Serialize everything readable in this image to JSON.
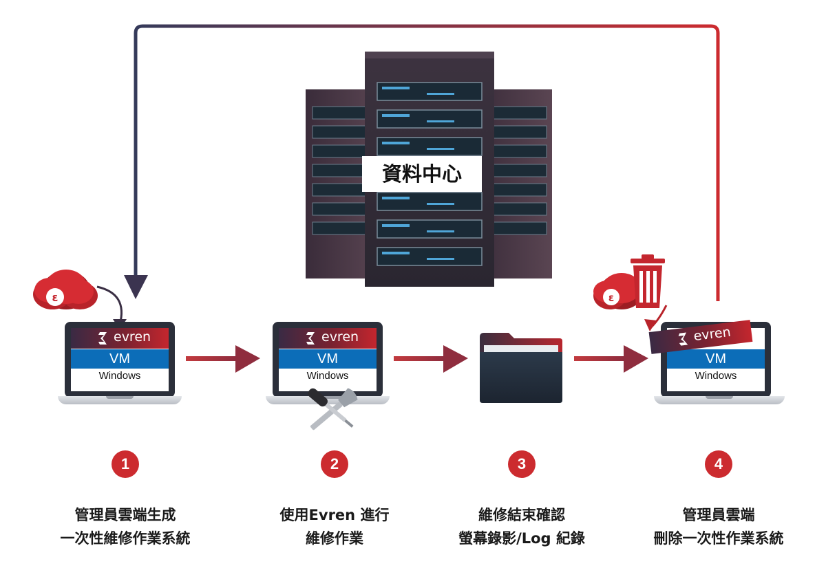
{
  "data_center": {
    "label": "資料中心"
  },
  "laptop": {
    "brand": "evren",
    "vm": "VM",
    "os": "Windows"
  },
  "steps": [
    {
      "number": "1",
      "line1": "管理員雲端生成",
      "line2": "一次性維修作業系統"
    },
    {
      "number": "2",
      "line1": "使用Evren 進行",
      "line2": "維修作業"
    },
    {
      "number": "3",
      "line1": "維修結束確認",
      "line2": "螢幕錄影/Log 紀錄"
    },
    {
      "number": "4",
      "line1": "管理員雲端",
      "line2": "刪除一次性作業系統"
    }
  ],
  "colors": {
    "accent_red": "#cc2b2f",
    "vm_blue": "#0c6db8",
    "navy": "#353a5a"
  },
  "icons": [
    "cloud-icon",
    "server-rack-icon",
    "laptop-icon",
    "tools-icon",
    "folder-icon",
    "trash-icon",
    "arrow-icon"
  ]
}
